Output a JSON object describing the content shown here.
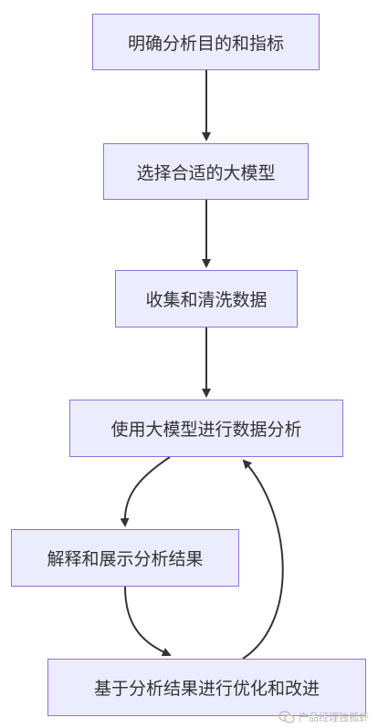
{
  "flowchart": {
    "nodes": [
      {
        "id": "n1",
        "label": "明确分析目的和指标"
      },
      {
        "id": "n2",
        "label": "选择合适的大模型"
      },
      {
        "id": "n3",
        "label": "收集和清洗数据"
      },
      {
        "id": "n4",
        "label": "使用大模型进行数据分析"
      },
      {
        "id": "n5",
        "label": "解释和展示分析结果"
      },
      {
        "id": "n6",
        "label": "基于分析结果进行优化和改进"
      }
    ],
    "edges": [
      {
        "from": "n1",
        "to": "n2"
      },
      {
        "from": "n2",
        "to": "n3"
      },
      {
        "from": "n3",
        "to": "n4"
      },
      {
        "from": "n4",
        "to": "n5"
      },
      {
        "from": "n5",
        "to": "n6"
      },
      {
        "from": "n6",
        "to": "n4"
      }
    ]
  },
  "watermark": {
    "text": "产品经理独孤虾",
    "icon": "wechat-icon"
  },
  "colors": {
    "node_fill": "#ECECFF",
    "node_border": "#9370DB",
    "edge": "#333333",
    "text": "#333333"
  }
}
